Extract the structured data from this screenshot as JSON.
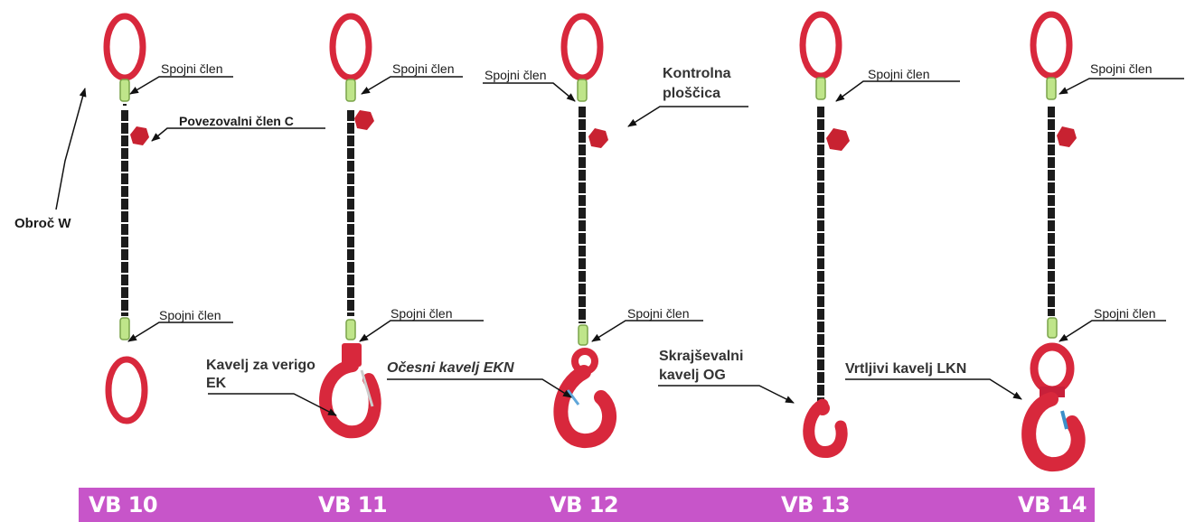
{
  "labels": {
    "obroc_w": "Obroč W",
    "spojni_clen": "Spojni člen",
    "povezovalni_clen_c": "Povezovalni člen C",
    "kontrolna_1": "Kontrolna",
    "kontrolna_2": "ploščica",
    "kavelj_ek_1": "Kavelj za verigo",
    "kavelj_ek_2": "EK",
    "ocesni_kavelj": "Očesni kavelj EKN",
    "skrajsevalni_1": "Skrajševalni",
    "skrajsevalni_2": "kavelj OG",
    "vrtljivi_kavelj": "Vrtljivi kavelj LKN"
  },
  "footer": {
    "items": [
      "VB 10",
      "VB 11",
      "VB 12",
      "VB 13",
      "VB 14"
    ]
  },
  "colors": {
    "ring": "#d8283c",
    "chain": "#1c1c1c",
    "connector": "#bfe58a",
    "footer": "#c755c9"
  }
}
